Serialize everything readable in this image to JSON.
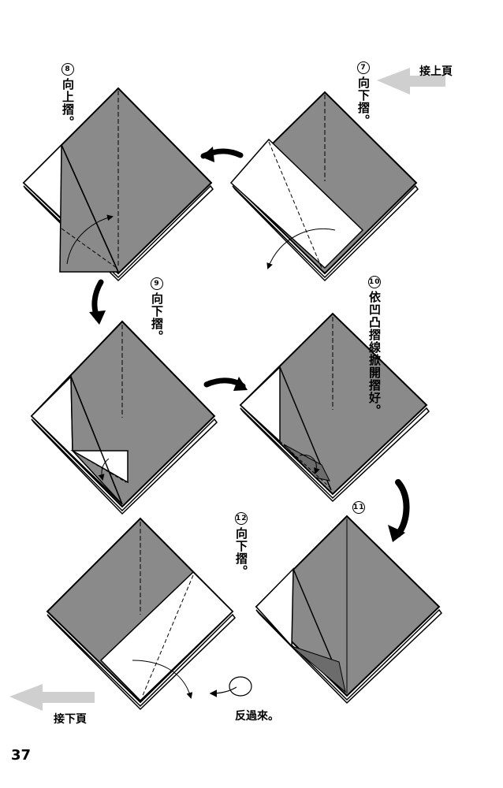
{
  "page": {
    "page_number": "37",
    "nav_from_previous": "接上頁",
    "nav_to_next": "接下頁",
    "turn_over": "反過來。"
  },
  "steps": [
    {
      "number": "7",
      "text": "向下摺。"
    },
    {
      "number": "8",
      "text": "向上摺。"
    },
    {
      "number": "9",
      "text": "向下摺。"
    },
    {
      "number": "10",
      "text_line1": "依凹凸摺線",
      "text_line2": "掀開摺好。"
    },
    {
      "number": "11"
    },
    {
      "number": "12",
      "text": "向下摺。"
    }
  ],
  "colors": {
    "paper_gray": "#8a8a8a",
    "paper_white": "#ffffff",
    "line": "#000000",
    "arrow_gray": "#cfcfcf"
  }
}
